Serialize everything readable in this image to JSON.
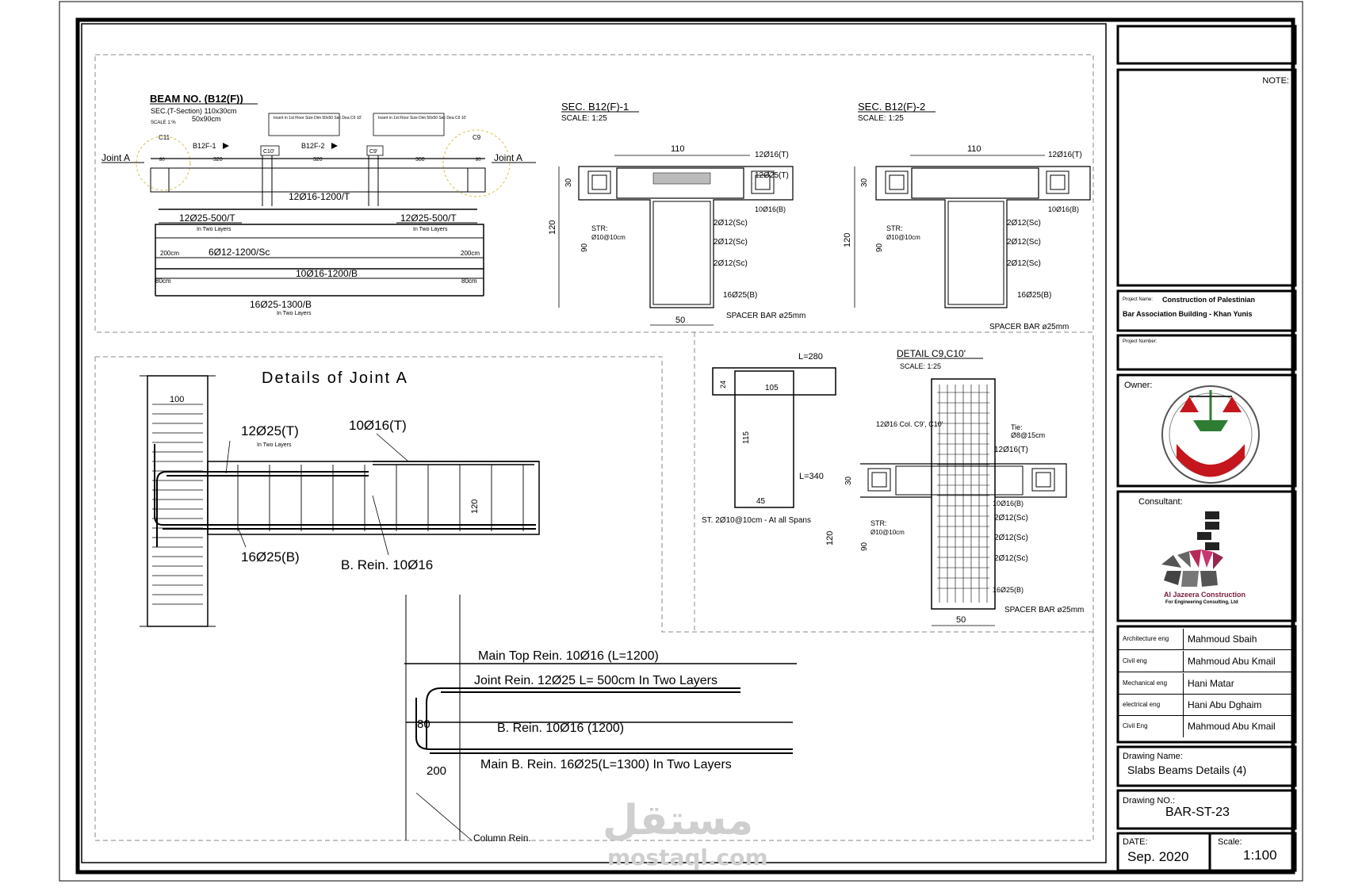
{
  "title_block": {
    "note_label": "NOTE:",
    "project_name_label": "Project Name:",
    "project_name_line1": "Construction of Palestinian",
    "project_name_line2": "Bar Association Building - Khan Yunis",
    "project_number_label": "Project Number:",
    "owner_label": "Owner:",
    "consultant_label": "Consultant:",
    "consultant_name": "Al Jazeera Construction",
    "consultant_sub": "For Engineering Consulting, Ltd",
    "team": [
      {
        "role": "Architecture eng",
        "name": "Mahmoud Sbaih"
      },
      {
        "role": "Civil eng",
        "name": "Mahmoud Abu Kmail"
      },
      {
        "role": "Mechanical eng",
        "name": "Hani Matar"
      },
      {
        "role": "electrical eng",
        "name": "Hani Abu Dghaim"
      },
      {
        "role": "Civil Eng",
        "name": "Mahmoud Abu Kmail"
      }
    ],
    "drawing_name_label": "Drawing Name:",
    "drawing_name": "Slabs Beams Details (4)",
    "drawing_no_label": "Drawing NO.:",
    "drawing_no": "BAR-ST-23",
    "date_label": "DATE:",
    "date": "Sep. 2020",
    "scale_label": "Scale:",
    "scale": "1:100"
  },
  "beam": {
    "title": "BEAM NO. (B12(F))",
    "sec_line": "SEC.(T-Section) 110x30cm",
    "sec_line2": "50x90cm",
    "scale": "SCALE 1:%",
    "joint_left": "Joint A",
    "joint_right": "Joint A",
    "c11": "C11",
    "c9": "C9",
    "c10": "C10'",
    "c9b": "C9'",
    "cut1": "B12F-1",
    "cut2": "B12F-2",
    "bar_top": "12Ø16-1200/T",
    "bar_left": "12Ø25-500/T",
    "bar_right": "12Ø25-500/T",
    "two_layers": "In Two Layers",
    "bar_mid": "6Ø12-1200/Sc",
    "bar_bottom": "10Ø16-1200/B",
    "bar_main_b": "16Ø25-1300/B",
    "dim_200_l": "200cm",
    "dim_200_r": "200cm",
    "dim_80_l": "80cm",
    "dim_80_r": "80cm",
    "span_l": "320",
    "span_m": "320",
    "span_r": "300",
    "dim_80": "80",
    "note1": "Insert in 1st Floor Size Dim 50x50 Sec Dea C9 10'",
    "note2": "Insert in 1st Floor Size Dim 50x50 Sec Dea C9 10'"
  },
  "sec1": {
    "title": "SEC. B12(F)-1",
    "scale": "SCALE: 1:25",
    "w": "110",
    "top_bar": "12Ø16(T)",
    "top_bar2": "12Ø25(T)",
    "bot_flange": "10Ø16(B)",
    "sc1": "2Ø12(Sc)",
    "sc2": "2Ø12(Sc)",
    "sc3": "2Ø12(Sc)",
    "bottom": "16Ø25(B)",
    "spacer": "SPACER BAR ø25mm",
    "str": "STR:",
    "str_val": "Ø10@10cm",
    "h_total": "120",
    "h_web": "90",
    "h_fl": "30",
    "web_w": "50"
  },
  "sec2": {
    "title": "SEC. B12(F)-2",
    "scale": "SCALE: 1:25",
    "w": "110",
    "top_bar": "12Ø16(T)",
    "bot_flange": "10Ø16(B)",
    "sc1": "2Ø12(Sc)",
    "sc2": "2Ø12(Sc)",
    "sc3": "2Ø12(Sc)",
    "bottom": "16Ø25(B)",
    "spacer": "SPACER BAR ø25mm",
    "str": "STR:",
    "str_val": "Ø10@10cm",
    "h_total": "120",
    "h_web": "90",
    "h_fl": "30"
  },
  "stirrup": {
    "l1": "L=280",
    "l2": "L=340",
    "d105": "105",
    "d24": "24",
    "d115": "115",
    "d45": "45",
    "caption": "ST. 2Ø10@10cm - At all Spans"
  },
  "detail_c": {
    "title": "DETAIL C9,C10'",
    "scale": "SCALE: 1:25",
    "ties": "Tie: ",
    "ties_val": "Ø8@15cm",
    "col_label": "12Ø16 Col. C9', C10'",
    "top": "12Ø16(T)",
    "bot": "10Ø16(B)",
    "sc1": "2Ø12(Sc)",
    "sc2": "2Ø12(Sc)",
    "sc3": "2Ø12(Sc)",
    "bottom": "16Ø25(B)",
    "spacer": "SPACER BAR ø25mm",
    "str": "STR:",
    "str_val": "Ø10@10cm",
    "h_total": "120",
    "h_web": "90",
    "h_fl": "30",
    "web_w": "50"
  },
  "joint": {
    "title": "Details of Joint A",
    "d100": "100",
    "top_joint": "12Ø25(T)",
    "two_layers": "In Two Layers",
    "top_main": "10Ø16(T)",
    "bot_main": "16Ø25(B)",
    "b_rein": "B. Rein. 10Ø16",
    "d120": "120"
  },
  "legend": {
    "l1": "Main Top Rein. 10Ø16 (L=1200)",
    "l2": "Joint Rein. 12Ø25 L= 500cm In Two Layers",
    "l3": "B. Rein. 10Ø16 (1200)",
    "l4": "Main B. Rein. 16Ø25(L=1300)  In Two Layers",
    "d80": "80",
    "d200": "200",
    "column": "Column Rein."
  },
  "watermark": {
    "arabic": "مستقل",
    "latin": "mostaql.com"
  }
}
